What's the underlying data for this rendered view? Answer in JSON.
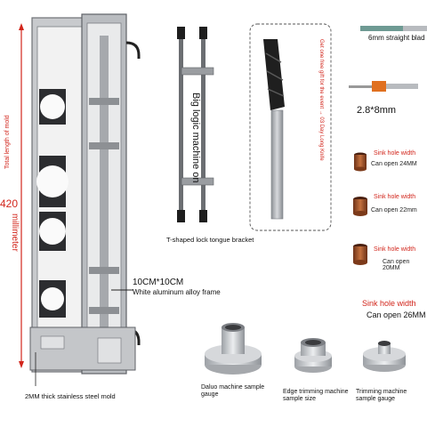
{
  "labels": {
    "total_length": "Total length of mold",
    "height_value": "420",
    "height_unit": "millimeter",
    "frame_size": "10CM*10CM",
    "frame_material": "White aluminum alloy frame",
    "mold_thickness": "2MM thick stainless steel mold",
    "machine_name": "Big logic machine on",
    "bracket": "T-shaped lock tongue bracket",
    "gift": "Get one free gift for the event → 03 Day Long Knife",
    "blade_6mm": "6mm straight blad",
    "bit_size": "2.8*8mm",
    "sink_label_1": "Sink hole width",
    "sink_open_1": "Can open 24MM",
    "sink_label_2": "Sink hole width",
    "sink_open_2": "Can open 22mm",
    "sink_label_3": "Sink hole width",
    "sink_open_3": "Can open 20MM",
    "sink_label_4": "Sink hole width",
    "sink_open_4": "Can open 26MM",
    "gauge_1": "Daluo machine sample gauge",
    "gauge_2": "Edge trimming machine sample size",
    "gauge_3": "Trimming machine sample gauge"
  },
  "colors": {
    "accent_red": "#d2261c",
    "copper": "#a8582c",
    "steel": "#b9bcc0"
  }
}
